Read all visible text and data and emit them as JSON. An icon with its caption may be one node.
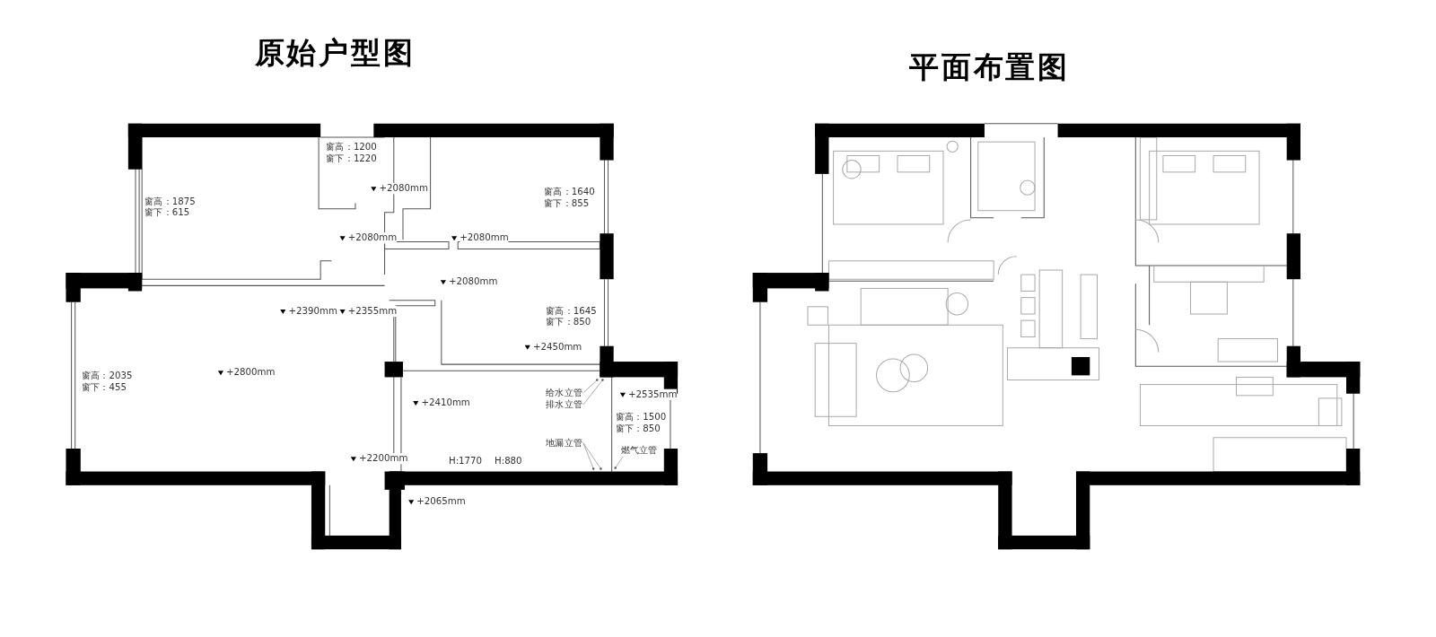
{
  "diagram": {
    "nodes": [
      {
        "text": [
          "给水立管"
        ]
      },
      {
        "text": [
          "排水立管"
        ]
      },
      {
        "text": [
          "地漏立管"
        ]
      },
      {
        "text": [
          "燃气立管"
        ]
      }
    ],
    "edges": [
      {
        "from": 0,
        "to": null,
        "arrow": "none"
      },
      {
        "from": 1,
        "to": null,
        "arrow": "none"
      },
      {
        "from": 2,
        "to": null,
        "arrow": "none"
      },
      {
        "from": 2,
        "to": null,
        "arrow": "none"
      },
      {
        "from": 3,
        "to": null,
        "arrow": "none"
      }
    ],
    "labels": [
      "原始户型图",
      "平面布置图",
      "窗高：1200",
      "窗下：1220",
      "+2080mm",
      "窗高：1875",
      "窗下：615",
      "窗高：1640",
      "窗下：855",
      "+2080mm",
      "+2080mm",
      "+2080mm",
      "+2390mm",
      "+2355mm",
      "窗高：1645",
      "窗下：850",
      "+2450mm",
      "+2800mm",
      "窗高：2035",
      "窗下：455",
      "+2410mm",
      "+2535mm",
      "窗高：1500",
      "窗下：850",
      "+2200mm",
      "H:1770",
      "H:880",
      "+2065mm"
    ]
  }
}
